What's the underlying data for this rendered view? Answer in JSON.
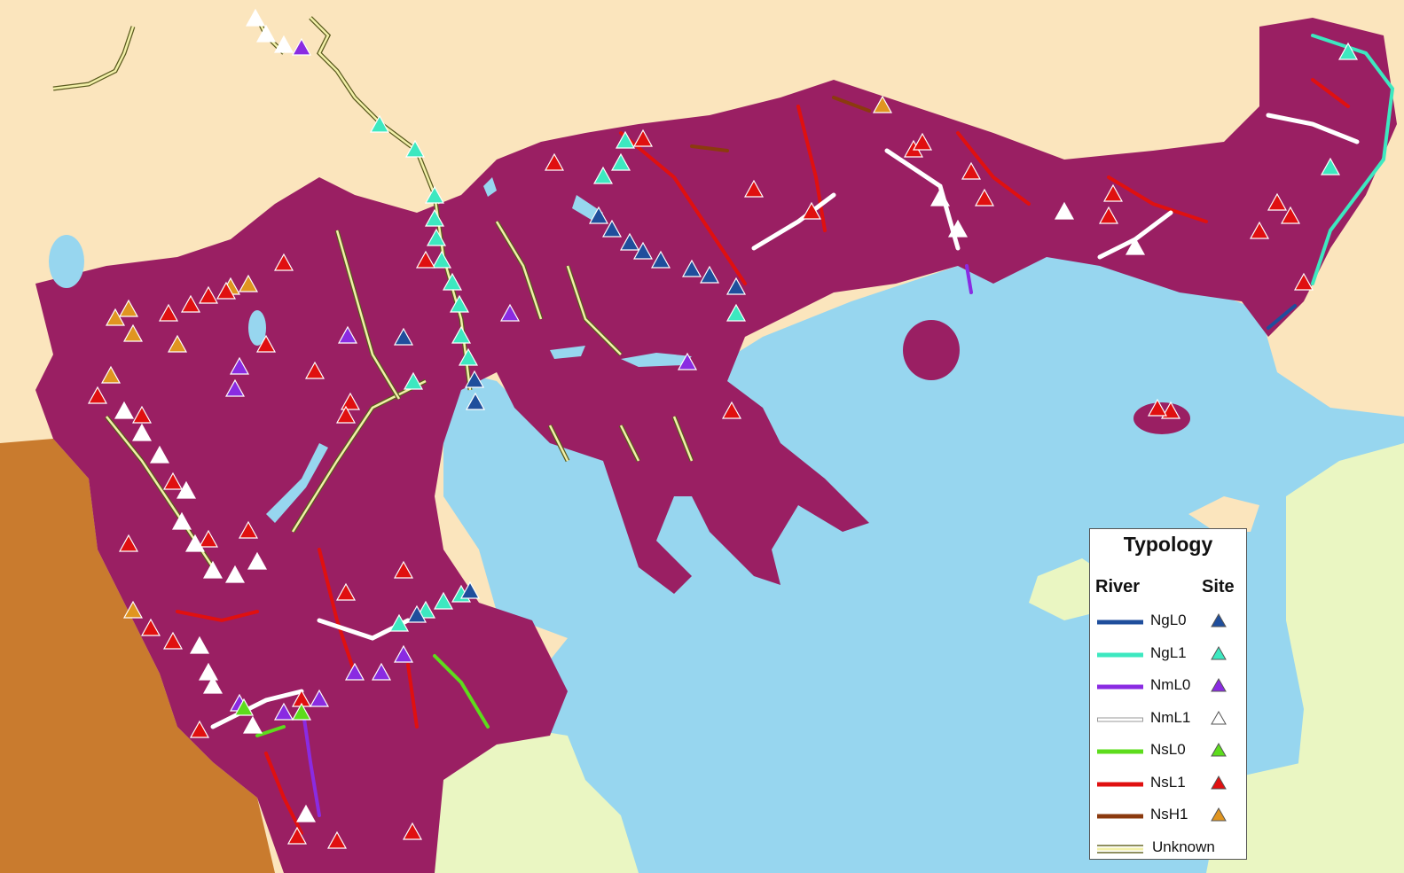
{
  "legend": {
    "title": "Typology",
    "river_header": "River",
    "site_header": "Site",
    "items": [
      {
        "label": "NgL0",
        "line_color": "#1f4e9c",
        "site_color": "#1f4e9c",
        "style": "solid"
      },
      {
        "label": "NgL1",
        "line_color": "#3de8c0",
        "site_color": "#3de8c0",
        "style": "solid"
      },
      {
        "label": "NmL0",
        "line_color": "#8a2be2",
        "site_color": "#8a2be2",
        "style": "solid"
      },
      {
        "label": "NmL1",
        "line_color": "#ffffff",
        "site_color": "#ffffff",
        "style": "solid"
      },
      {
        "label": "NsL0",
        "line_color": "#5ddc1c",
        "site_color": "#5ddc1c",
        "style": "solid"
      },
      {
        "label": "NsL1",
        "line_color": "#e01010",
        "site_color": "#e01010",
        "style": "solid"
      },
      {
        "label": "NsH1",
        "line_color": "#8b3a0e",
        "site_color": "#e09520",
        "style": "solid"
      },
      {
        "label": "Unknown",
        "line_color": "#f2f0a8",
        "site_color": "",
        "style": "double"
      }
    ]
  },
  "colors": {
    "sea": "#97d6ef",
    "basin": "#9a1f63",
    "neighbor_land": "#fbe5bd",
    "albania": "#c97b2e",
    "islands": "#eaf6c2"
  }
}
